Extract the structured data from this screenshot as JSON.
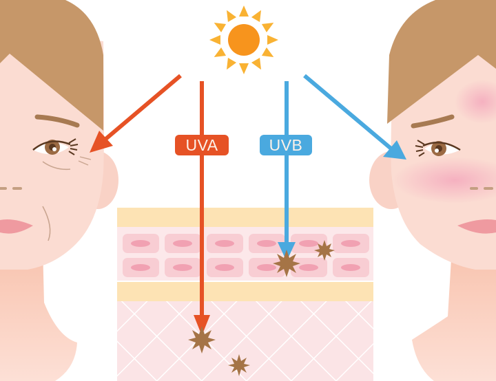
{
  "diagram": {
    "title": "UVA vs UVB skin damage",
    "labels": {
      "uva": "UVA",
      "uvb": "UVB"
    },
    "colors": {
      "uva": "#e65225",
      "uvb": "#4aa9df",
      "sun_core": "#f7941d",
      "sun_rays": "#f9b233",
      "hair": "#c69769",
      "skin": "#fbdcd2",
      "neck": "#f9c9b6",
      "epidermis_band": "#fde3b4",
      "cell_layer": "#fce0e2",
      "cell": "#f8cdd3",
      "nucleus": "#f1a1b2",
      "dermis": "#fbe3e4",
      "damage_star": "#a57446",
      "blush": "#f5b7c6"
    },
    "nodes": [
      {
        "id": "sun",
        "label": "sun"
      },
      {
        "id": "aged-face",
        "label": "face with wrinkles (UVA effect)"
      },
      {
        "id": "sunburn-face",
        "label": "face with redness (UVB effect)"
      },
      {
        "id": "skin-cross-section",
        "label": "skin layers"
      }
    ],
    "edges": [
      {
        "from": "sun",
        "to": "aged-face",
        "label": "UVA"
      },
      {
        "from": "sun",
        "to": "dermis",
        "label": "UVA"
      },
      {
        "from": "sun",
        "to": "epidermis",
        "label": "UVB"
      },
      {
        "from": "sun",
        "to": "sunburn-face",
        "label": "UVB"
      }
    ]
  }
}
